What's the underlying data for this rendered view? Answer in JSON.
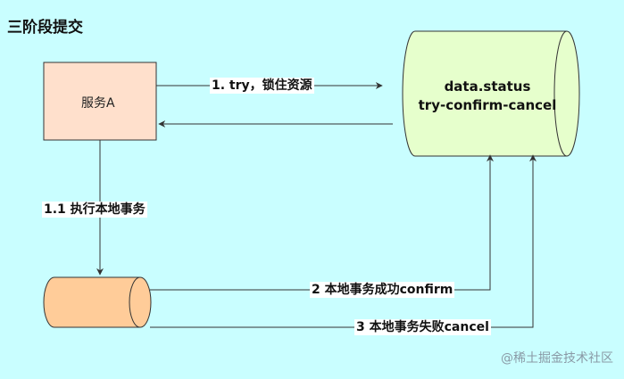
{
  "title": "三阶段提交",
  "nodes": {
    "service_a": {
      "label": "服务A"
    },
    "data_store": {
      "line1": "data.status",
      "line2": "try-confirm-cancel"
    }
  },
  "edges": {
    "try": {
      "label": "1. try，锁住资源"
    },
    "local_tx": {
      "label": "1.1 执行本地事务"
    },
    "confirm": {
      "label": "2 本地事务成功confirm"
    },
    "cancel": {
      "label": "3 本地事务失败cancel"
    }
  },
  "watermark": "@稀土掘金技术社区",
  "colors": {
    "background": "#c9feff",
    "service_box": "#ffe0cc",
    "data_store": "#e6ffcc",
    "local_db": "#ffcc99",
    "line": "#333333"
  }
}
